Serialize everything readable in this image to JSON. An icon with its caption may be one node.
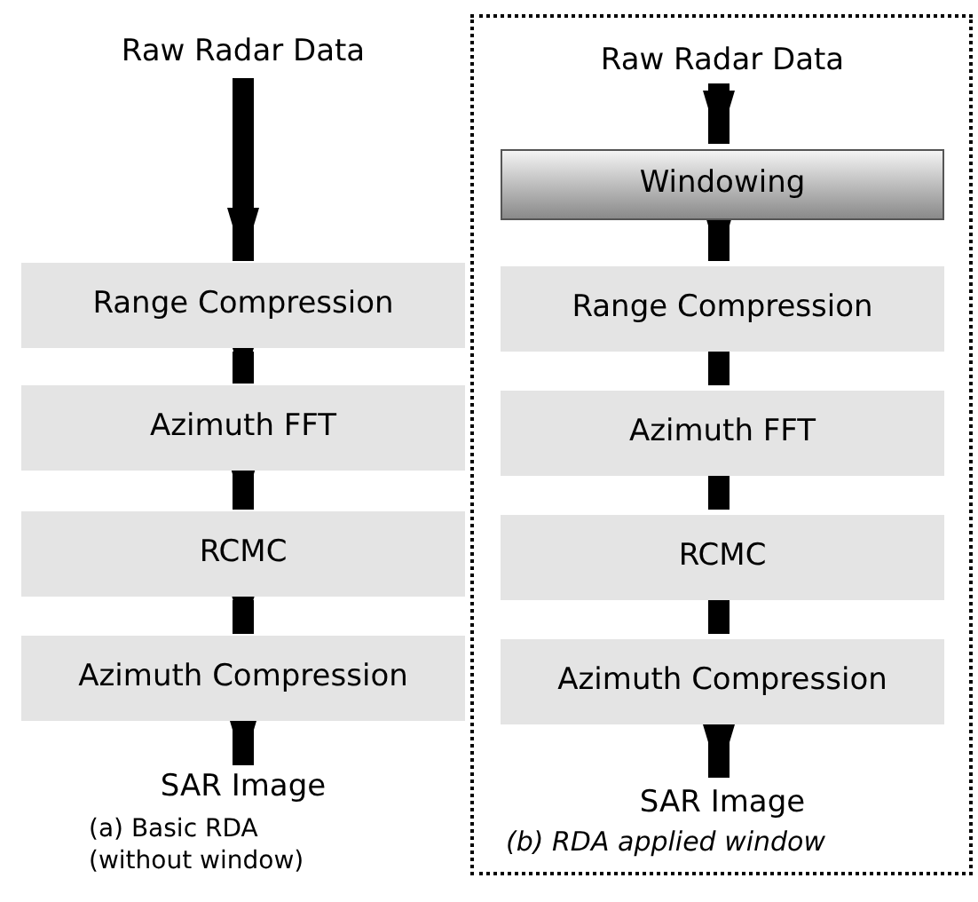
{
  "diagram": {
    "nodes": [
      {
        "text": [
          "Raw Radar Data"
        ]
      },
      {
        "text": [
          "Range Compression"
        ]
      },
      {
        "text": [
          "Azimuth FFT"
        ]
      },
      {
        "text": [
          "RCMC"
        ]
      },
      {
        "text": [
          "Azimuth Compression"
        ]
      },
      {
        "text": [
          "SAR Image"
        ]
      },
      {
        "text": [
          "(b) RDA applied window"
        ]
      },
      {
        "text": [
          "Raw Radar Data"
        ],
        "in": 6
      },
      {
        "text": [
          "Windowing"
        ],
        "in": 6
      },
      {
        "text": [
          "Range Compression"
        ],
        "in": 6
      },
      {
        "text": [
          "Azimuth FFT"
        ],
        "in": 6
      },
      {
        "text": [
          "RCMC"
        ],
        "in": 6
      },
      {
        "text": [
          "Azimuth Compression"
        ],
        "in": 6
      },
      {
        "text": [
          "SAR Image"
        ],
        "in": 6
      }
    ],
    "edges": [
      {
        "from": 0,
        "to": 1,
        "arrow": "to"
      },
      {
        "from": 1,
        "to": 2,
        "arrow": "to"
      },
      {
        "from": 2,
        "to": 3,
        "arrow": "to"
      },
      {
        "from": 3,
        "to": 4,
        "arrow": "to"
      },
      {
        "from": 4,
        "to": 5,
        "arrow": "to"
      },
      {
        "from": 7,
        "to": 8,
        "arrow": "to"
      },
      {
        "from": 8,
        "to": 9,
        "arrow": "to"
      },
      {
        "from": 9,
        "to": 10,
        "arrow": "to"
      },
      {
        "from": 10,
        "to": 11,
        "arrow": "to"
      },
      {
        "from": 11,
        "to": 12,
        "arrow": "to"
      },
      {
        "from": 12,
        "to": 13,
        "arrow": "to"
      }
    ],
    "labels": [
      "(a) Basic RDA (without window)"
    ]
  }
}
